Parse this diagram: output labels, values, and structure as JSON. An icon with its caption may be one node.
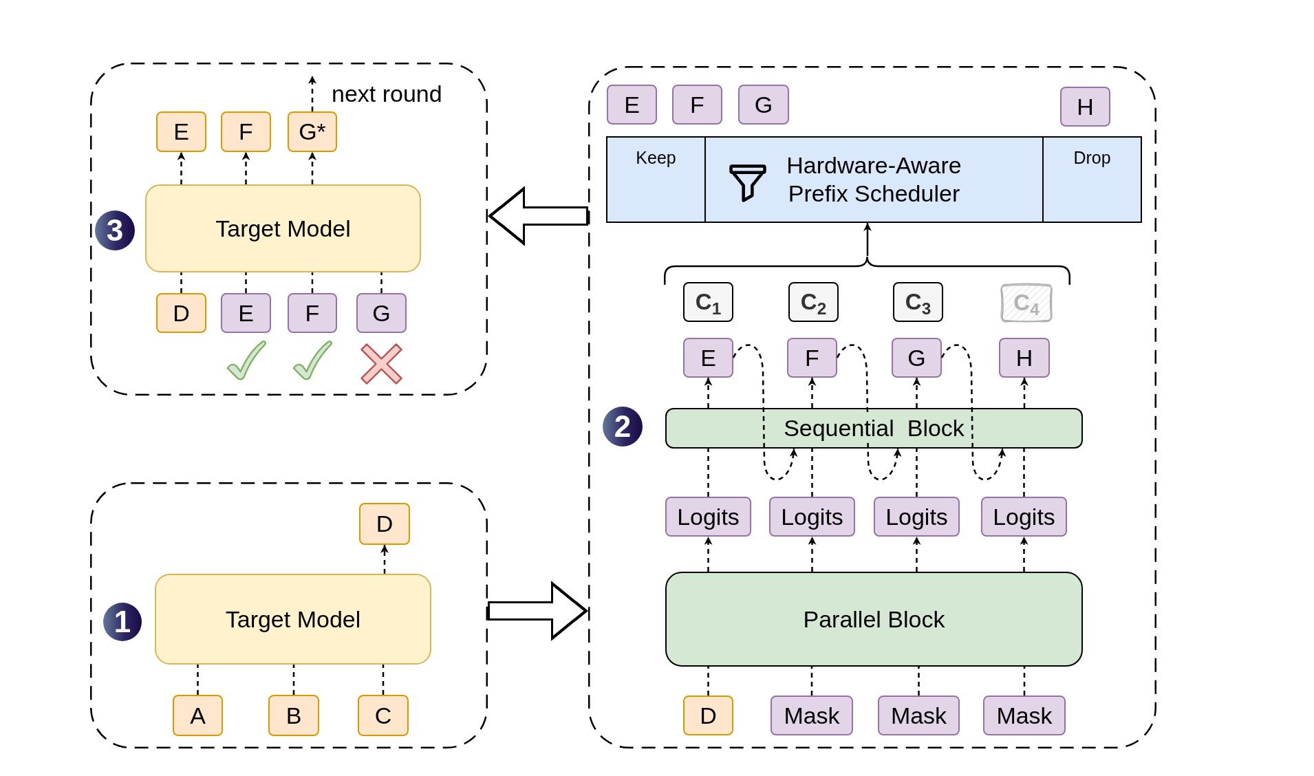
{
  "diagram": {
    "nodes": [
      {
        "text": [],
        "shape": "box"
      },
      {
        "text": [
          "3"
        ],
        "in": 0
      },
      {
        "text": [
          "E"
        ],
        "in": 0
      },
      {
        "text": [
          "F"
        ],
        "in": 0
      },
      {
        "text": [
          "G*"
        ],
        "in": 0
      },
      {
        "text": [
          "Target Model"
        ],
        "in": 0
      },
      {
        "text": [
          "D"
        ],
        "in": 0
      },
      {
        "text": [
          "E"
        ],
        "in": 0
      },
      {
        "text": [
          "F"
        ],
        "in": 0
      },
      {
        "text": [
          "G"
        ],
        "in": 0
      },
      {
        "text": [],
        "shape": "box"
      },
      {
        "text": [
          "E"
        ],
        "in": 10
      },
      {
        "text": [
          "F"
        ],
        "in": 10
      },
      {
        "text": [
          "G"
        ],
        "in": 10
      },
      {
        "text": [
          "H"
        ],
        "in": 10
      },
      {
        "text": [
          "Keep"
        ],
        "in": 10
      },
      {
        "text": [
          "Hardware-Aware Prefix Scheduler"
        ],
        "in": 10
      },
      {
        "text": [
          "Drop"
        ],
        "in": 10
      },
      {
        "text": [],
        "shape": "bracket",
        "in": 10
      },
      {
        "text": [
          "C$_{1}$"
        ],
        "in": 10
      },
      {
        "text": [
          "C$_{2}$"
        ],
        "in": 10
      },
      {
        "text": [
          "C$_{3}$"
        ],
        "in": 10
      },
      {
        "text": [
          "C$_{4}$"
        ],
        "in": 10
      },
      {
        "text": [
          "E"
        ],
        "in": 10
      },
      {
        "text": [
          "F"
        ],
        "in": 10
      },
      {
        "text": [
          "G"
        ],
        "in": 10
      },
      {
        "text": [
          "H"
        ],
        "in": 10
      },
      {
        "text": [
          "2"
        ],
        "in": 10
      },
      {
        "text": [
          "Sequential  Block"
        ],
        "in": 10
      },
      {
        "text": [
          "Logits"
        ],
        "in": 10
      },
      {
        "text": [
          "Logits"
        ],
        "in": 10
      },
      {
        "text": [
          "Logits"
        ],
        "in": 10
      },
      {
        "text": [
          "Logits"
        ],
        "in": 10
      },
      {
        "text": [
          "Parallel Block"
        ],
        "in": 10
      },
      {
        "text": [
          "D"
        ],
        "in": 10
      },
      {
        "text": [
          "Mask"
        ],
        "in": 10
      },
      {
        "text": [
          "Mask"
        ],
        "in": 10
      },
      {
        "text": [
          "Mask"
        ],
        "in": 10
      },
      {
        "text": [],
        "shape": "box"
      },
      {
        "text": [
          "D"
        ],
        "in": 38
      },
      {
        "text": [
          "1"
        ],
        "in": 38
      },
      {
        "text": [
          "Target Model"
        ],
        "in": 38
      },
      {
        "text": [
          "A"
        ],
        "in": 38
      },
      {
        "text": [
          "B"
        ],
        "in": 38
      },
      {
        "text": [
          "C"
        ],
        "in": 38
      }
    ],
    "edges": [
      {
        "from": 5,
        "to": 2,
        "arrow": "to",
        "style": "dashed"
      },
      {
        "from": 5,
        "to": 3,
        "arrow": "to",
        "style": "dashed"
      },
      {
        "from": 5,
        "to": 4,
        "arrow": "to",
        "style": "dashed"
      },
      {
        "from": 4,
        "to": null,
        "arrow": "to",
        "style": "dashed",
        "label": "next round"
      },
      {
        "from": 6,
        "to": 5,
        "arrow": "none",
        "style": "dashed"
      },
      {
        "from": 7,
        "to": 5,
        "arrow": "none",
        "style": "dashed"
      },
      {
        "from": 8,
        "to": 5,
        "arrow": "none",
        "style": "dashed"
      },
      {
        "from": 9,
        "to": 5,
        "arrow": "none",
        "style": "dashed"
      },
      {
        "from": 18,
        "to": 16,
        "arrow": "to"
      },
      {
        "from": 28,
        "to": 23,
        "arrow": "to",
        "style": "dashed"
      },
      {
        "from": 28,
        "to": 24,
        "arrow": "to",
        "style": "dashed"
      },
      {
        "from": 28,
        "to": 25,
        "arrow": "to",
        "style": "dashed"
      },
      {
        "from": 28,
        "to": 26,
        "arrow": "to",
        "style": "dashed"
      },
      {
        "from": 29,
        "to": 28,
        "arrow": "none",
        "style": "dashed"
      },
      {
        "from": 30,
        "to": 28,
        "arrow": "none",
        "style": "dashed"
      },
      {
        "from": 31,
        "to": 28,
        "arrow": "none",
        "style": "dashed"
      },
      {
        "from": 32,
        "to": 28,
        "arrow": "none",
        "style": "dashed"
      },
      {
        "from": 23,
        "to": 28,
        "arrow": "to",
        "style": "dashed"
      },
      {
        "from": 24,
        "to": 28,
        "arrow": "to",
        "style": "dashed"
      },
      {
        "from": 25,
        "to": 28,
        "arrow": "to",
        "style": "dashed"
      },
      {
        "from": 33,
        "to": 29,
        "arrow": "to",
        "style": "dashed"
      },
      {
        "from": 33,
        "to": 30,
        "arrow": "to",
        "style": "dashed"
      },
      {
        "from": 33,
        "to": 31,
        "arrow": "to",
        "style": "dashed"
      },
      {
        "from": 33,
        "to": 32,
        "arrow": "to",
        "style": "dashed"
      },
      {
        "from": 34,
        "to": 33,
        "arrow": "none",
        "style": "dashed"
      },
      {
        "from": 35,
        "to": 33,
        "arrow": "none",
        "style": "dashed"
      },
      {
        "from": 36,
        "to": 33,
        "arrow": "none",
        "style": "dashed"
      },
      {
        "from": 37,
        "to": 33,
        "arrow": "none",
        "style": "dashed"
      },
      {
        "from": 41,
        "to": 39,
        "arrow": "to",
        "style": "dashed"
      },
      {
        "from": 42,
        "to": 41,
        "arrow": "none",
        "style": "dashed"
      },
      {
        "from": 43,
        "to": 41,
        "arrow": "none",
        "style": "dashed"
      },
      {
        "from": 44,
        "to": 41,
        "arrow": "none",
        "style": "dashed"
      },
      {
        "from": 38,
        "to": 10,
        "arrow": "to",
        "style": "thick"
      },
      {
        "from": 10,
        "to": 0,
        "arrow": "to",
        "style": "thick"
      }
    ]
  }
}
